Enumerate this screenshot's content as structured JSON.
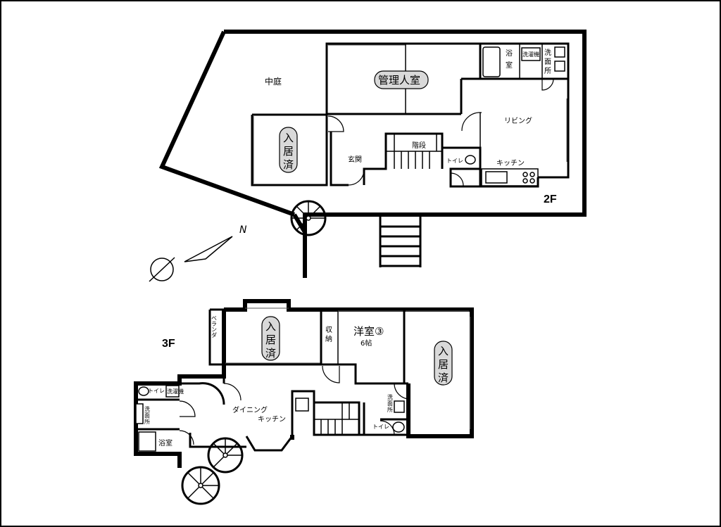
{
  "floors": {
    "second": "2F",
    "third": "3F"
  },
  "compass": {
    "north": "N"
  },
  "rooms_2f": {
    "courtyard": "中庭",
    "manager_room": "管理人室",
    "bath": [
      "浴",
      "室"
    ],
    "washer": "洗濯機",
    "washroom": [
      "洗",
      "面",
      "所"
    ],
    "living": "リビング",
    "occupied": [
      "入",
      "居",
      "済"
    ],
    "stairs": "階段",
    "entrance": "玄関",
    "toilet": "トイレ",
    "kitchen": "キッチン"
  },
  "rooms_3f": {
    "veranda": "ベランダ",
    "occupied_a": [
      "入",
      "居",
      "済"
    ],
    "storage": [
      "収",
      "納"
    ],
    "western_room": "洋室③",
    "western_room_size": "6帖",
    "occupied_b": [
      "入",
      "居",
      "済"
    ],
    "toilet_left": "トイレ",
    "washer": "洗濯機",
    "washroom_left": [
      "洗",
      "面",
      "所"
    ],
    "dining": "ダイニング",
    "kitchen": "キッチン",
    "bath": "浴室",
    "washroom_right": [
      "洗",
      "面",
      "所"
    ],
    "toilet_right": "トイレ"
  }
}
